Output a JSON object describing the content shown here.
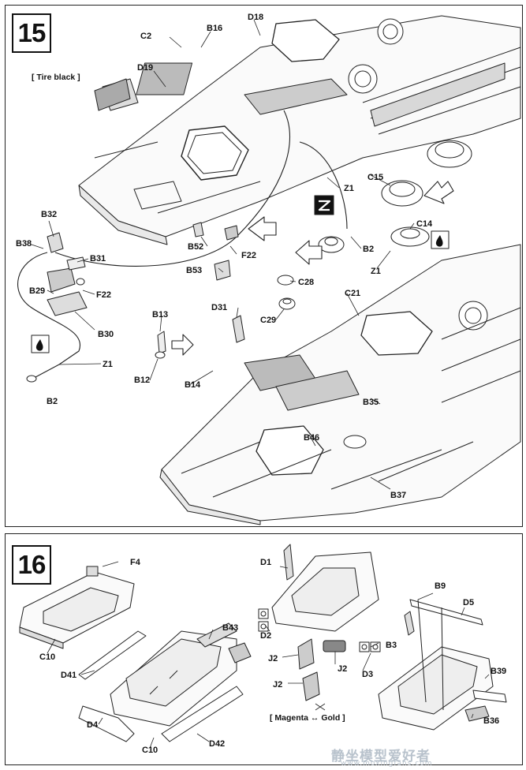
{
  "step15": {
    "number": "15",
    "notes": {
      "tire_black": "[ Tire black ]"
    },
    "labels": {
      "C2": "C2",
      "B16": "B16",
      "D18": "D18",
      "D19": "D19",
      "B32": "B32",
      "B38": "B38",
      "B31": "B31",
      "B29": "B29",
      "F22a": "F22",
      "B30": "B30",
      "B52": "B52",
      "F22b": "F22",
      "B53": "B53",
      "Z1a": "Z1",
      "Z1b": "Z1",
      "Z1c": "Z1",
      "C15": "C15",
      "C14": "C14",
      "B2a": "B2",
      "B2b": "B2",
      "C28": "C28",
      "C29": "C29",
      "C21": "C21",
      "D31": "D31",
      "B13": "B13",
      "B12": "B12",
      "B14": "B14",
      "B35": "B35",
      "B46": "B46",
      "B37": "B37"
    }
  },
  "step16": {
    "number": "16",
    "notes": {
      "magenta_gold": "[ Magenta ↔ Gold ]"
    },
    "labels": {
      "F4": "F4",
      "C10a": "C10",
      "D41": "D41",
      "B43": "B43",
      "D4": "D4",
      "C10b": "C10",
      "D42": "D42",
      "D1": "D1",
      "D2": "D2",
      "J2a": "J2",
      "J2b": "J2",
      "J2c": "J2",
      "B3": "B3",
      "D3": "D3",
      "B9": "B9",
      "D5": "D5",
      "B39": "B39",
      "B36": "B36"
    }
  },
  "watermark": {
    "main": "静坐模型爱好者",
    "url": "www.moxingfans.com"
  }
}
